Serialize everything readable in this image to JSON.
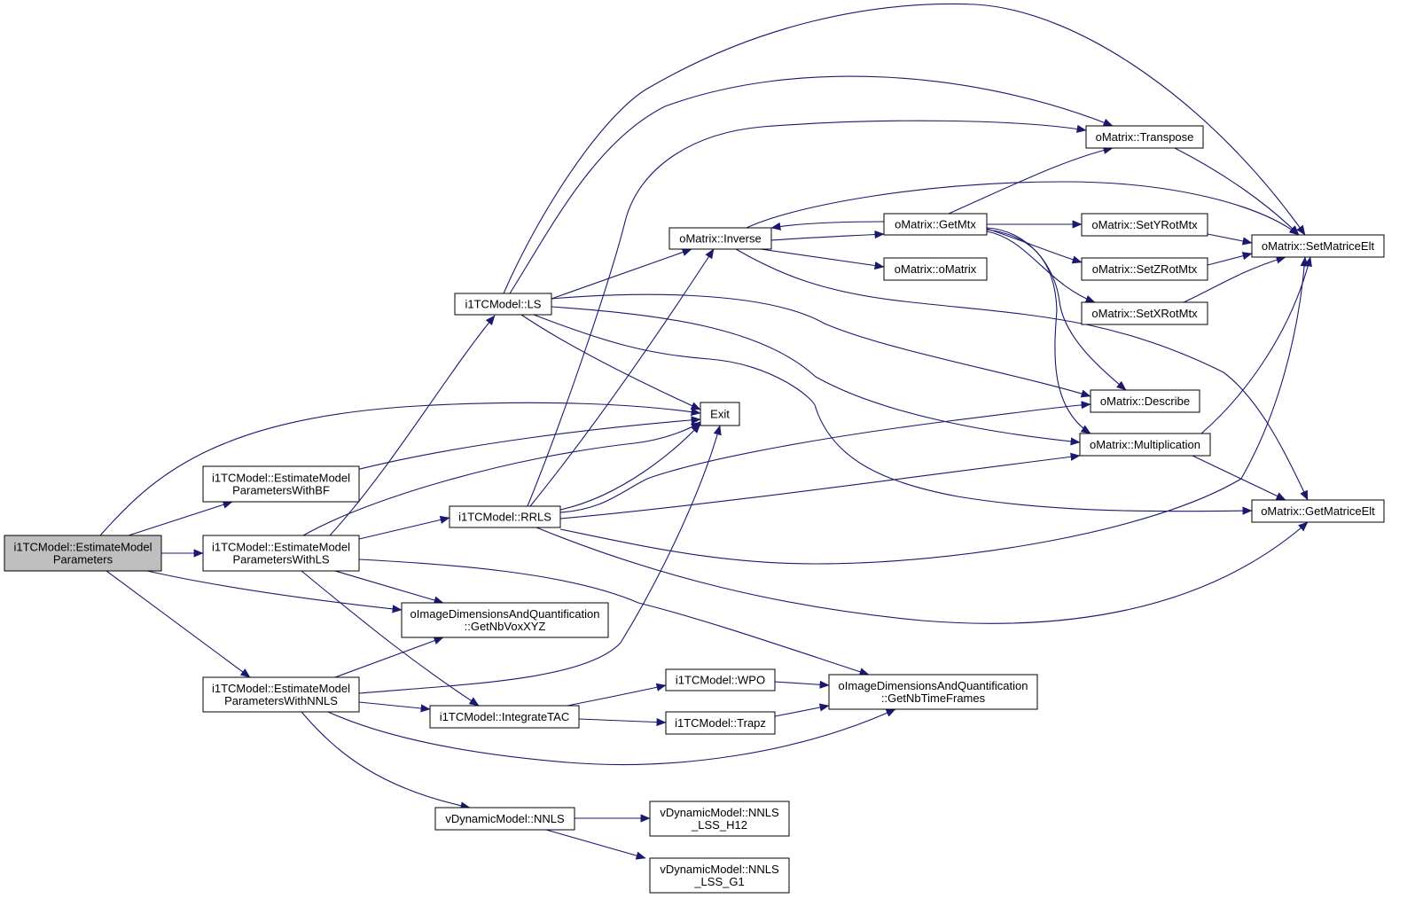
{
  "colors": {
    "edge": "#191970",
    "node_fill": "#ffffff",
    "root_fill": "#bfbfbf",
    "node_border": "#000000",
    "text": "#000000"
  },
  "nodes": [
    {
      "id": "root",
      "lines": [
        "i1TCModel::EstimateModel",
        "Parameters"
      ],
      "root": true
    },
    {
      "id": "bf",
      "lines": [
        "i1TCModel::EstimateModel",
        "ParametersWithBF"
      ]
    },
    {
      "id": "lsp",
      "lines": [
        "i1TCModel::EstimateModel",
        "ParametersWithLS"
      ]
    },
    {
      "id": "nnlsp",
      "lines": [
        "i1TCModel::EstimateModel",
        "ParametersWithNNLS"
      ]
    },
    {
      "id": "ls",
      "lines": [
        "i1TCModel::LS"
      ]
    },
    {
      "id": "rrls",
      "lines": [
        "i1TCModel::RRLS"
      ]
    },
    {
      "id": "exit",
      "lines": [
        "Exit"
      ]
    },
    {
      "id": "nbvox",
      "lines": [
        "oImageDimensionsAndQuantification",
        "::GetNbVoxXYZ"
      ]
    },
    {
      "id": "integ",
      "lines": [
        "i1TCModel::IntegrateTAC"
      ]
    },
    {
      "id": "vnnls",
      "lines": [
        "vDynamicModel::NNLS"
      ]
    },
    {
      "id": "wpo",
      "lines": [
        "i1TCModel::WPO"
      ]
    },
    {
      "id": "trapz",
      "lines": [
        "i1TCModel::Trapz"
      ]
    },
    {
      "id": "nbtf",
      "lines": [
        "oImageDimensionsAndQuantification",
        "::GetNbTimeFrames"
      ]
    },
    {
      "id": "h12",
      "lines": [
        "vDynamicModel::NNLS",
        "_LSS_H12"
      ]
    },
    {
      "id": "g1",
      "lines": [
        "vDynamicModel::NNLS",
        "_LSS_G1"
      ]
    },
    {
      "id": "inverse",
      "lines": [
        "oMatrix::Inverse"
      ]
    },
    {
      "id": "getmtx",
      "lines": [
        "oMatrix::GetMtx"
      ]
    },
    {
      "id": "omatrix",
      "lines": [
        "oMatrix::oMatrix"
      ]
    },
    {
      "id": "transpose",
      "lines": [
        "oMatrix::Transpose"
      ]
    },
    {
      "id": "sety",
      "lines": [
        "oMatrix::SetYRotMtx"
      ]
    },
    {
      "id": "setz",
      "lines": [
        "oMatrix::SetZRotMtx"
      ]
    },
    {
      "id": "setx",
      "lines": [
        "oMatrix::SetXRotMtx"
      ]
    },
    {
      "id": "describe",
      "lines": [
        "oMatrix::Describe"
      ]
    },
    {
      "id": "mult",
      "lines": [
        "oMatrix::Multiplication"
      ]
    },
    {
      "id": "setelt",
      "lines": [
        "oMatrix::SetMatriceElt"
      ]
    },
    {
      "id": "getelt",
      "lines": [
        "oMatrix::GetMatriceElt"
      ]
    }
  ],
  "edges": [
    [
      "root",
      "exit"
    ],
    [
      "root",
      "bf"
    ],
    [
      "root",
      "lsp"
    ],
    [
      "root",
      "nbvox"
    ],
    [
      "root",
      "nnlsp"
    ],
    [
      "bf",
      "exit"
    ],
    [
      "lsp",
      "ls"
    ],
    [
      "lsp",
      "exit"
    ],
    [
      "lsp",
      "rrls"
    ],
    [
      "lsp",
      "nbvox"
    ],
    [
      "lsp",
      "nbtf"
    ],
    [
      "lsp",
      "integ"
    ],
    [
      "nnlsp",
      "nbvox"
    ],
    [
      "nnlsp",
      "exit"
    ],
    [
      "nnlsp",
      "integ"
    ],
    [
      "nnlsp",
      "nbtf"
    ],
    [
      "nnlsp",
      "vnnls"
    ],
    [
      "ls",
      "setelt"
    ],
    [
      "ls",
      "transpose"
    ],
    [
      "ls",
      "inverse"
    ],
    [
      "ls",
      "exit"
    ],
    [
      "ls",
      "describe"
    ],
    [
      "ls",
      "mult"
    ],
    [
      "ls",
      "getelt"
    ],
    [
      "rrls",
      "transpose"
    ],
    [
      "rrls",
      "inverse"
    ],
    [
      "rrls",
      "exit"
    ],
    [
      "rrls",
      "describe"
    ],
    [
      "rrls",
      "mult"
    ],
    [
      "rrls",
      "setelt"
    ],
    [
      "rrls",
      "getelt"
    ],
    [
      "integ",
      "wpo"
    ],
    [
      "integ",
      "trapz"
    ],
    [
      "wpo",
      "nbtf"
    ],
    [
      "trapz",
      "nbtf"
    ],
    [
      "vnnls",
      "h12"
    ],
    [
      "vnnls",
      "g1"
    ],
    [
      "inverse",
      "setelt"
    ],
    [
      "inverse",
      "getmtx"
    ],
    [
      "inverse",
      "omatrix"
    ],
    [
      "inverse",
      "getelt"
    ],
    [
      "getmtx",
      "inverse"
    ],
    [
      "getmtx",
      "transpose"
    ],
    [
      "getmtx",
      "sety"
    ],
    [
      "getmtx",
      "setz"
    ],
    [
      "getmtx",
      "setx"
    ],
    [
      "getmtx",
      "describe"
    ],
    [
      "getmtx",
      "mult"
    ],
    [
      "transpose",
      "setelt"
    ],
    [
      "sety",
      "setelt"
    ],
    [
      "setz",
      "setelt"
    ],
    [
      "setx",
      "setelt"
    ],
    [
      "mult",
      "setelt"
    ],
    [
      "mult",
      "getelt"
    ]
  ]
}
